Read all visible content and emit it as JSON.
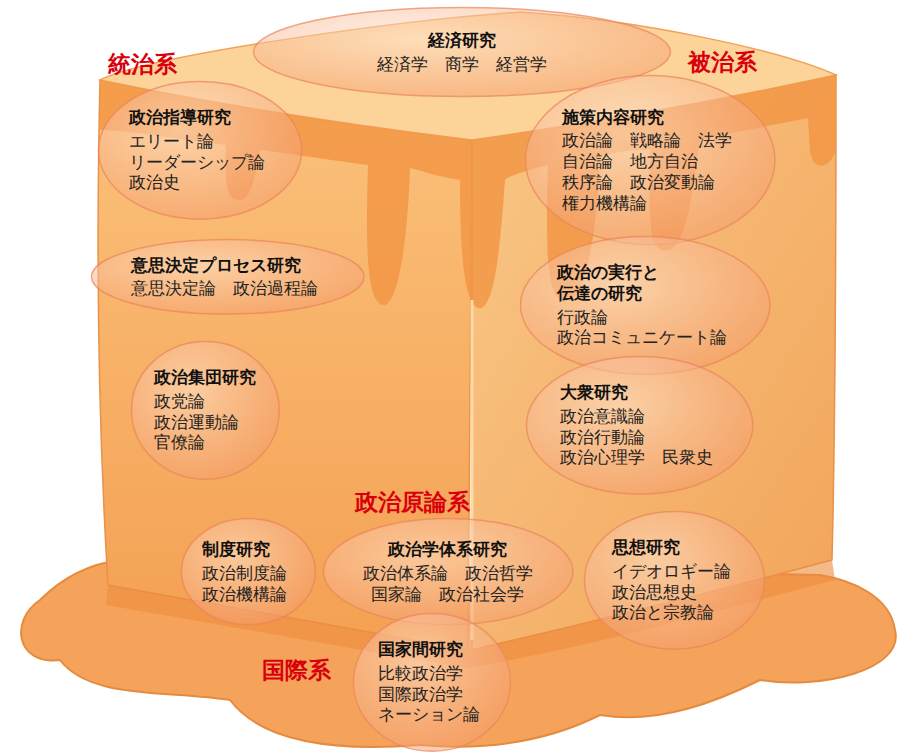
{
  "diagram": {
    "nodes": [
      {
        "text": [
          "経済研究",
          "経済学　商学　経営学"
        ]
      },
      {
        "text": [
          "政治指導研究",
          "エリート論 リーダーシップ論 政治史"
        ]
      },
      {
        "text": [
          "施策内容研究",
          "政治論　戦略論　法学 自治論　地方自治 秩序論　政治変動論 権力機構論"
        ]
      },
      {
        "text": [
          "意思決定プロセス研究",
          "意思決定論　政治過程論"
        ]
      },
      {
        "text": [
          "政治の実行と 伝達の研究",
          "行政論 政治コミュニケート論"
        ]
      },
      {
        "text": [
          "政治集団研究",
          "政党論 政治運動論 官僚論"
        ]
      },
      {
        "text": [
          "大衆研究",
          "政治意識論 政治行動論 政治心理学　民衆史"
        ]
      },
      {
        "text": [
          "制度研究",
          "政治制度論 政治機構論"
        ]
      },
      {
        "text": [
          "政治学体系研究",
          "政治体系論　政治哲学 国家論　政治社会学"
        ]
      },
      {
        "text": [
          "思想研究",
          "イデオロギー論 政治思想史 政治と宗教論"
        ]
      },
      {
        "text": [
          "国家間研究",
          "比較政治学 国際政治学 ネーション論"
        ]
      }
    ],
    "labels": [
      "統治系",
      "被治系",
      "政治原論系",
      "国際系"
    ]
  }
}
